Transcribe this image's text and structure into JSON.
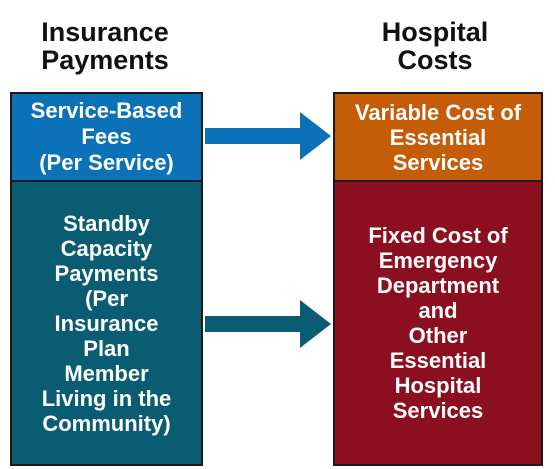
{
  "headers": {
    "left": "Insurance\nPayments",
    "right": "Hospital\nCosts"
  },
  "boxes": {
    "fees": {
      "label": "Service-Based\nFees\n(Per Service)"
    },
    "standby": {
      "label": "Standby\nCapacity\nPayments\n(Per\nInsurance\nPlan\nMember\nLiving in the\nCommunity)"
    },
    "variable": {
      "label": "Variable Cost of\nEssential\nServices"
    },
    "fixed": {
      "label": "Fixed Cost of\nEmergency\nDepartment\nand\nOther\nEssential\nHospital\nServices"
    }
  },
  "colors": {
    "fees_fill": "#0c72b8",
    "standby_fill": "#095c72",
    "variable_fill": "#c45c08",
    "fixed_fill": "#8c0f1f",
    "arrow_top": "#0c72b8",
    "arrow_bottom": "#095c72"
  }
}
